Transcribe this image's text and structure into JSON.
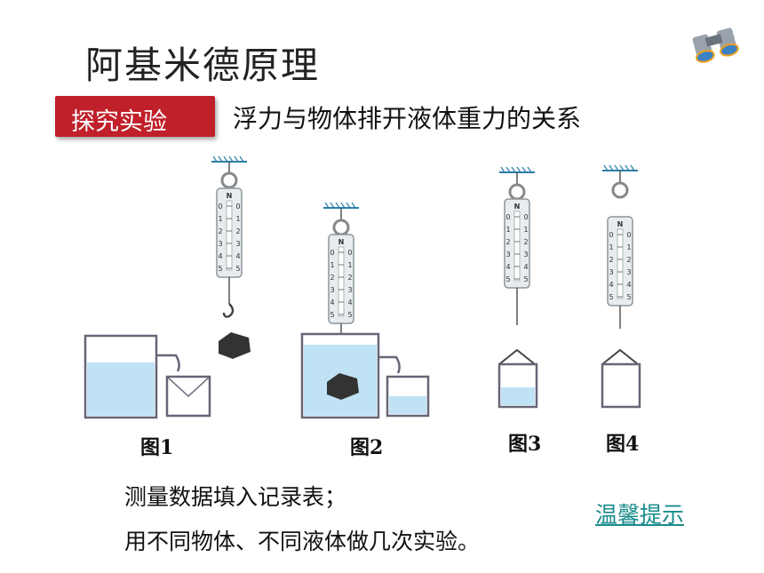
{
  "header": {
    "title": "阿基米德原理",
    "tag_label": "探究实验",
    "subtitle": "浮力与物体排开液体重力的关系"
  },
  "figures": [
    {
      "caption": "图1"
    },
    {
      "caption": "图2"
    },
    {
      "caption": "图3"
    },
    {
      "caption": "图4"
    }
  ],
  "scale": {
    "unit": "N",
    "ticks": [
      "0",
      "1",
      "2",
      "3",
      "4",
      "5"
    ]
  },
  "notes": {
    "line1": "测量数据填入记录表；",
    "line2": "用不同物体、不同液体做几次实验。"
  },
  "hint_link": "温馨提示",
  "colors": {
    "tag_bg": "#c0202a",
    "water": "#bfe3f5",
    "hint": "#1a8c8c"
  }
}
